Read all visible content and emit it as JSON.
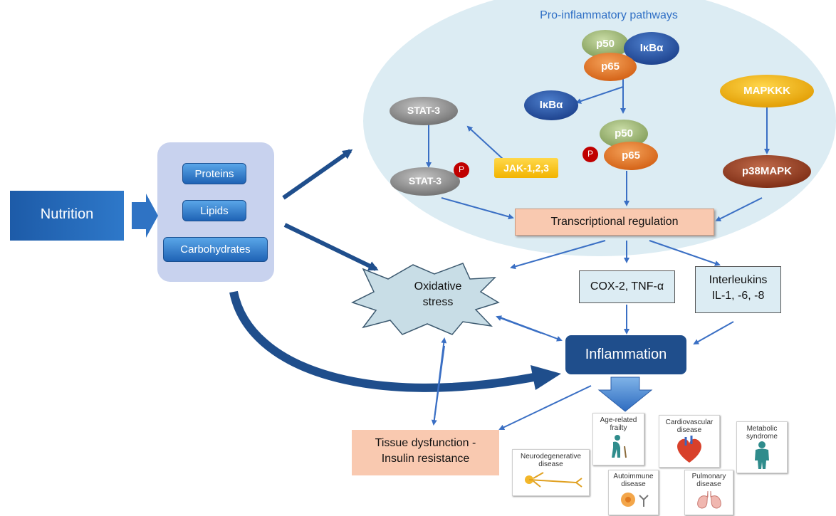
{
  "pathways_title": "Pro-inflammatory pathways",
  "nutrition": "Nutrition",
  "nutrients": [
    "Proteins",
    "Lipids",
    "Carbohydrates"
  ],
  "molecules": {
    "p50": "p50",
    "ikba": "IκBα",
    "p65": "p65",
    "stat3": "STAT-3",
    "jak": "JAK-1,2,3",
    "mapkkk": "MAPKKK",
    "p38mapk": "p38MAPK",
    "phospho": "P"
  },
  "transcriptional_regulation": "Transcriptional regulation",
  "oxidative_stress": "Oxidative stress",
  "cox2": "COX-2, TNF-α",
  "interleukins_line1": "Interleukins",
  "interleukins_line2": "IL-1, -6, -8",
  "inflammation": "Inflammation",
  "tissue_line1": "Tissue dysfunction -",
  "tissue_line2": "Insulin resistance",
  "diseases": {
    "neuro": "Neurodegenerative disease",
    "frailty": "Age-related frailty",
    "cardio": "Cardiovascular disease",
    "metabolic": "Metabolic syndrome",
    "autoimmune": "Autoimmune disease",
    "pulmonary": "Pulmonary disease"
  },
  "colors": {
    "ellipse_bg": "#dcecf3",
    "arrow": "#3a6fc4",
    "dark_blue": "#1f4e8c",
    "salmon": "#f9c9b0",
    "stress_fill": "#c8dde6"
  }
}
